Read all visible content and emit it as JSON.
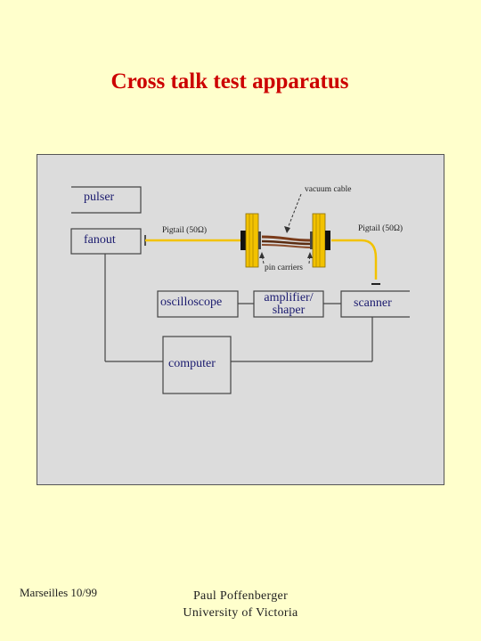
{
  "slide": {
    "title": "Cross talk test apparatus"
  },
  "diagram": {
    "pulser": "pulser",
    "fanout": "fanout",
    "oscilloscope": "oscilloscope",
    "amplifier_line1": "amplifier/",
    "amplifier_line2": "shaper",
    "scanner": "scanner",
    "computer": "computer",
    "vacuum_cable": "vacuum cable",
    "pigtail_left": "Pigtail (50Ω)",
    "pigtail_right": "Pigtail (50Ω)",
    "pin_carriers": "pin carriers"
  },
  "footer": {
    "left": "Marseilles 10/99",
    "author": "Paul Poffenberger",
    "affiliation": "University of Victoria"
  },
  "colors": {
    "title": "#cc0000",
    "background": "#ffffcc",
    "panel": "#dcdcdc",
    "cable": "#f2c200",
    "box_text": "#1a1a6e"
  }
}
